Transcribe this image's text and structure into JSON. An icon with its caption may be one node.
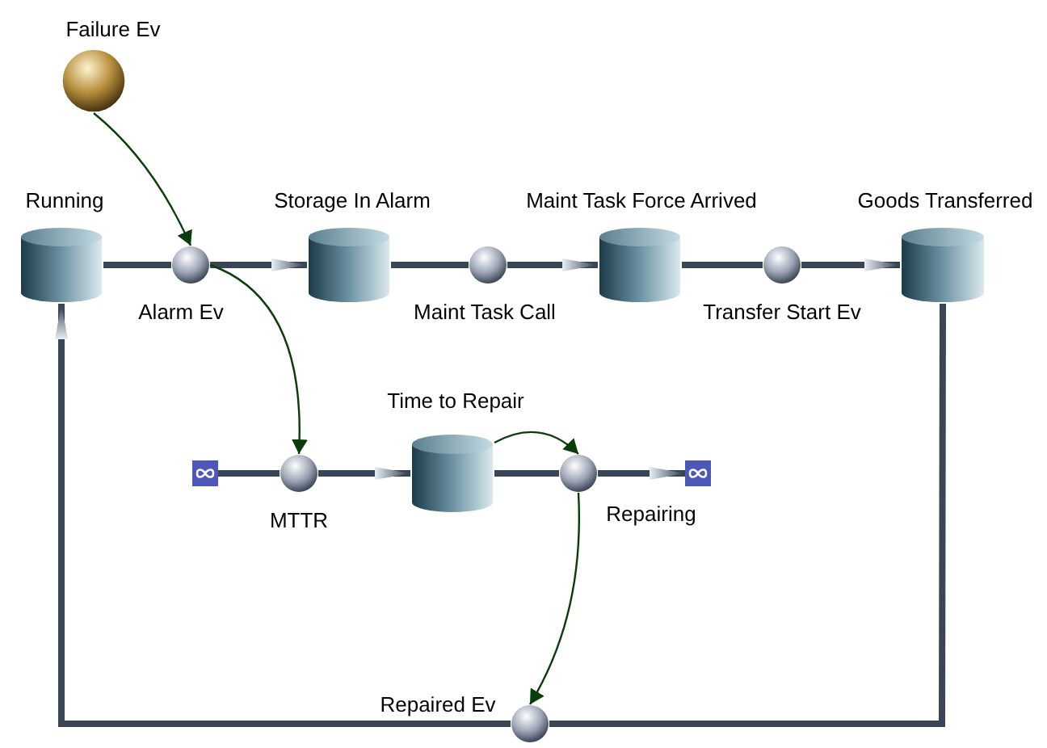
{
  "diagram": {
    "nodes": [
      {
        "text": [
          "Failure Ev"
        ]
      },
      {
        "text": [
          "Running"
        ]
      },
      {
        "text": [
          "Alarm Ev"
        ]
      },
      {
        "text": [
          "Storage In Alarm"
        ]
      },
      {
        "text": [
          "Maint Task Call"
        ]
      },
      {
        "text": [
          "Maint Task Force Arrived"
        ]
      },
      {
        "text": [
          "Transfer Start Ev"
        ]
      },
      {
        "text": [
          "Goods Transferred"
        ]
      },
      {
        "text": [],
        "shape": "box"
      },
      {
        "text": [
          "MTTR"
        ]
      },
      {
        "text": [
          "Time to Repair"
        ]
      },
      {
        "text": [
          "Repairing"
        ]
      },
      {
        "text": [],
        "shape": "box"
      },
      {
        "text": [
          "Repaired Ev"
        ]
      }
    ],
    "edges": [
      {
        "from": 0,
        "to": 2,
        "arrow": "to",
        "color": "#0b3d0b"
      },
      {
        "from": 1,
        "to": 2,
        "arrow": "none"
      },
      {
        "from": 2,
        "to": 3,
        "arrow": "to"
      },
      {
        "from": 3,
        "to": 4,
        "arrow": "none"
      },
      {
        "from": 4,
        "to": 5,
        "arrow": "to"
      },
      {
        "from": 5,
        "to": 6,
        "arrow": "none"
      },
      {
        "from": 6,
        "to": 7,
        "arrow": "to"
      },
      {
        "from": 2,
        "to": 9,
        "arrow": "to",
        "color": "#0b3d0b"
      },
      {
        "from": 8,
        "to": 9,
        "arrow": "none"
      },
      {
        "from": 9,
        "to": 10,
        "arrow": "to"
      },
      {
        "from": 10,
        "to": 11,
        "arrow": "to",
        "color": "#0b3d0b"
      },
      {
        "from": 10,
        "to": 11,
        "arrow": "none"
      },
      {
        "from": 11,
        "to": 12,
        "arrow": "to"
      },
      {
        "from": 11,
        "to": 13,
        "arrow": "to",
        "color": "#0b3d0b"
      },
      {
        "from": 7,
        "to": 13,
        "arrow": "none"
      },
      {
        "from": 13,
        "to": 1,
        "arrow": "to"
      }
    ]
  }
}
